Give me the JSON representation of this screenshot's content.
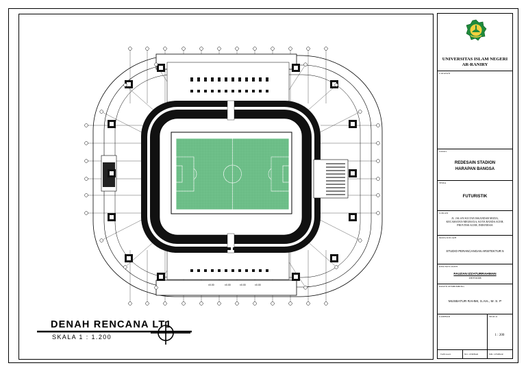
{
  "sheet": {
    "plan_title": "DENAH RENCANA LT1",
    "plan_scale": "SKALA 1 : 1.200"
  },
  "title_block": {
    "university_line1": "UNIVERSITAS ISLAM NEGERI",
    "university_line2": "AR-RANIRY",
    "catatan_label": "CATATAN",
    "judul_label": "JUDUL",
    "project_title_line1": "REDESAIN STADION",
    "project_title_line2": "HARAPAN BANGSA",
    "tema_label": "TEMA",
    "tema_value": "FUTURISTIK",
    "lokasi_label": "LOKASI",
    "lokasi_value_line1": "JL. JALAN SULTAN ISKANDAR MUDA,",
    "lokasi_value_line2": "KECAMATAN MEURAXA, KOTA BANDA ACEH,",
    "lokasi_value_line3": "PROVINSI ACEH, INDONESIA",
    "mata_kuliah_label": "MATA KULIAH",
    "mata_kuliah_value": "STUDIO PERANCANGAN ARSITEKTUR 5",
    "disusun_label": "DISUSUN OLEH",
    "student_name": "FAUZAN IZZATURRAHMAN",
    "student_id": "190701028",
    "dosen_label": "DOSEN PEMBIMBING",
    "dosen_value": "MUSBATUR RAHMI, S.Ars., M. S. P",
    "gambar_label": "GAMBAR",
    "skala_label": "SKALA",
    "skala_value": "1 : 200",
    "footer_cell1": "TANGGAL",
    "footer_cell2": "NO. LEMBAR",
    "footer_cell3": "JML LEMBAR"
  },
  "plan_notes": {
    "room_label_a": "±0.00",
    "room_label_b": "±0.00",
    "room_label_c": "±0.00",
    "room_label_d": "±0.00"
  }
}
